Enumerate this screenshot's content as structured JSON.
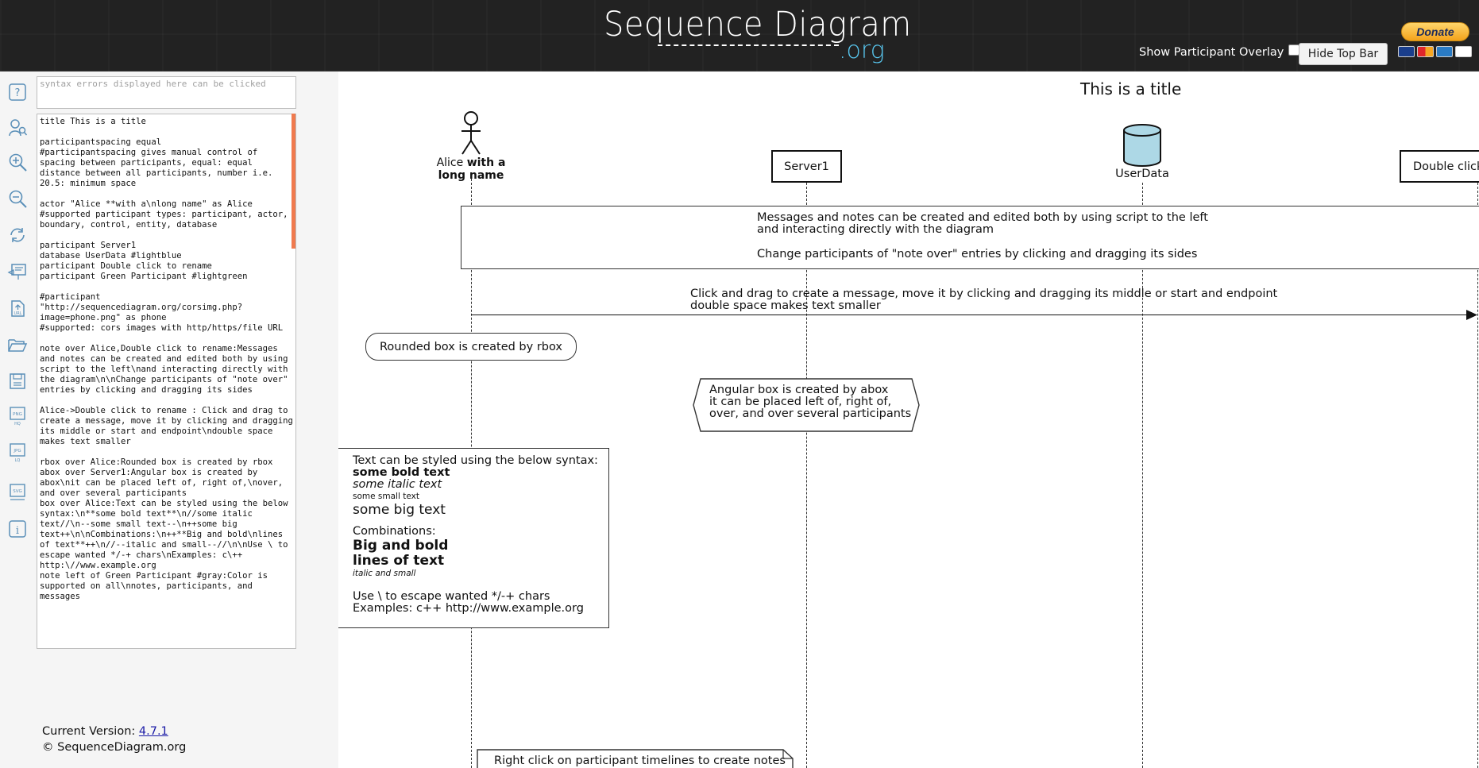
{
  "app": {
    "logo_main": "Sequence Diagram",
    "logo_suffix": ".org",
    "overlay_label": "Show Participant Overlay",
    "hide_top_bar": "Hide Top Bar",
    "donate": "Donate",
    "accent": "#58c6ee",
    "topbar_color": "#222222"
  },
  "editor": {
    "error_placeholder": "syntax errors displayed here can be clicked",
    "code": "title This is a title\n\nparticipantspacing equal\n#participantspacing gives manual control of spacing between participants, equal: equal distance between all participants, number i.e. 20.5: minimum space\n\nactor \"Alice **with a\\nlong name\" as Alice\n#supported participant types: participant, actor, boundary, control, entity, database\n\nparticipant Server1\ndatabase UserData #lightblue\nparticipant Double click to rename\nparticipant Green Participant #lightgreen\n\n#participant \"http://sequencediagram.org/corsimg.php?image=phone.png\" as phone\n#supported: cors images with http/https/file URL\n\nnote over Alice,Double click to rename:Messages and notes can be created and edited both by using script to the left\\nand interacting directly with the diagram\\n\\nChange participants of \"note over\" entries by clicking and dragging its sides\n\nAlice->Double click to rename : Click and drag to create a message, move it by clicking and dragging its middle or start and endpoint\\ndouble space makes text smaller\n\nrbox over Alice:Rounded box is created by rbox\nabox over Server1:Angular box is created by abox\\nit can be placed left of, right of,\\nover, and over several participants\nbox over Alice:Text can be styled using the below syntax:\\n**some bold text**\\n//some italic text//\\n--some small text--\\n++some big text++\\n\\nCombinations:\\n++**Big and bold\\nlines of text**++\\n//--italic and small--//\\n\\nUse \\ to escape wanted */-+ chars\\nExamples: c\\++ http:\\//www.example.org\nnote left of Green Participant #gray:Color is supported on all\\nnotes, participants, and messages",
    "version_label": "Current Version:",
    "version": "4.7.1",
    "copyright": "© SequenceDiagram.org"
  },
  "diagram": {
    "title": "This is a title",
    "participants": {
      "alice_plain": "Alice",
      "alice_bold_1": "with a",
      "alice_bold_2": "long name",
      "server": "Server1",
      "userdata": "UserData",
      "double_click": "Double click to rename"
    },
    "database_fill": "#add8e6",
    "note_over": {
      "line1": "Messages and notes can be created and edited both by using script to the left",
      "line2": "and interacting directly with the diagram",
      "line3": "Change participants of \"note over\" entries by clicking and dragging its sides"
    },
    "message": {
      "line1": "Click and drag to create a message, move it by clicking and dragging its middle or start and endpoint",
      "line2": "double space makes text smaller"
    },
    "rbox": "Rounded box is created by rbox",
    "abox": {
      "line1": "Angular box is created by abox",
      "line2": "it can be placed left of, right of,",
      "line3": "over, and over several participants"
    },
    "box": {
      "intro": "Text can be styled using the below syntax:",
      "bold": "some bold text",
      "italic": "some italic text",
      "small": "some small text",
      "big": "some big text",
      "combinations": "Combinations:",
      "bigbold1": "Big and bold",
      "bigbold2": "lines of text",
      "italic_small": "italic and small",
      "escape": "Use \\ to escape wanted */-+ chars",
      "examples": "Examples: c++ http://www.example.org"
    },
    "bottom_note": "Right click on participant timelines to create notes"
  }
}
